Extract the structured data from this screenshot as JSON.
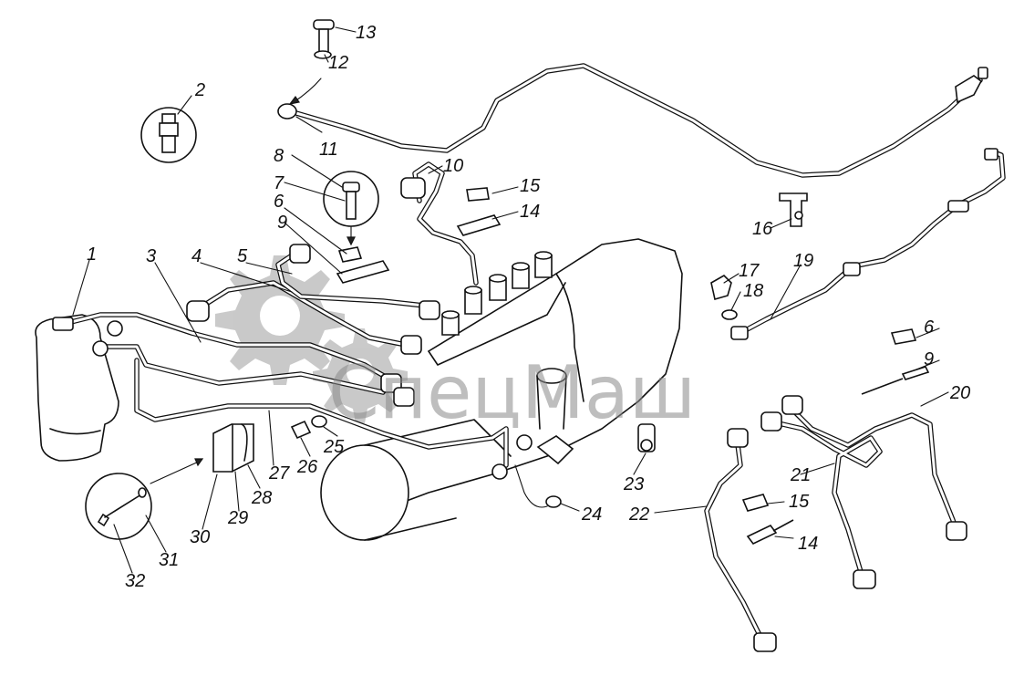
{
  "watermark": {
    "text": "СпецМаш"
  },
  "callouts": {
    "c1": "1",
    "c2": "2",
    "c3": "3",
    "c4": "4",
    "c5": "5",
    "c6a": "6",
    "c6b": "6",
    "c7": "7",
    "c8": "8",
    "c9a": "9",
    "c9b": "9",
    "c10": "10",
    "c11": "11",
    "c12": "12",
    "c13": "13",
    "c14a": "14",
    "c14b": "14",
    "c15a": "15",
    "c15b": "15",
    "c16": "16",
    "c17": "17",
    "c18": "18",
    "c19": "19",
    "c20": "20",
    "c21": "21",
    "c22": "22",
    "c23": "23",
    "c24": "24",
    "c25": "25",
    "c26": "26",
    "c27": "27",
    "c28": "28",
    "c29": "29",
    "c30": "30",
    "c31": "31",
    "c32": "32"
  }
}
